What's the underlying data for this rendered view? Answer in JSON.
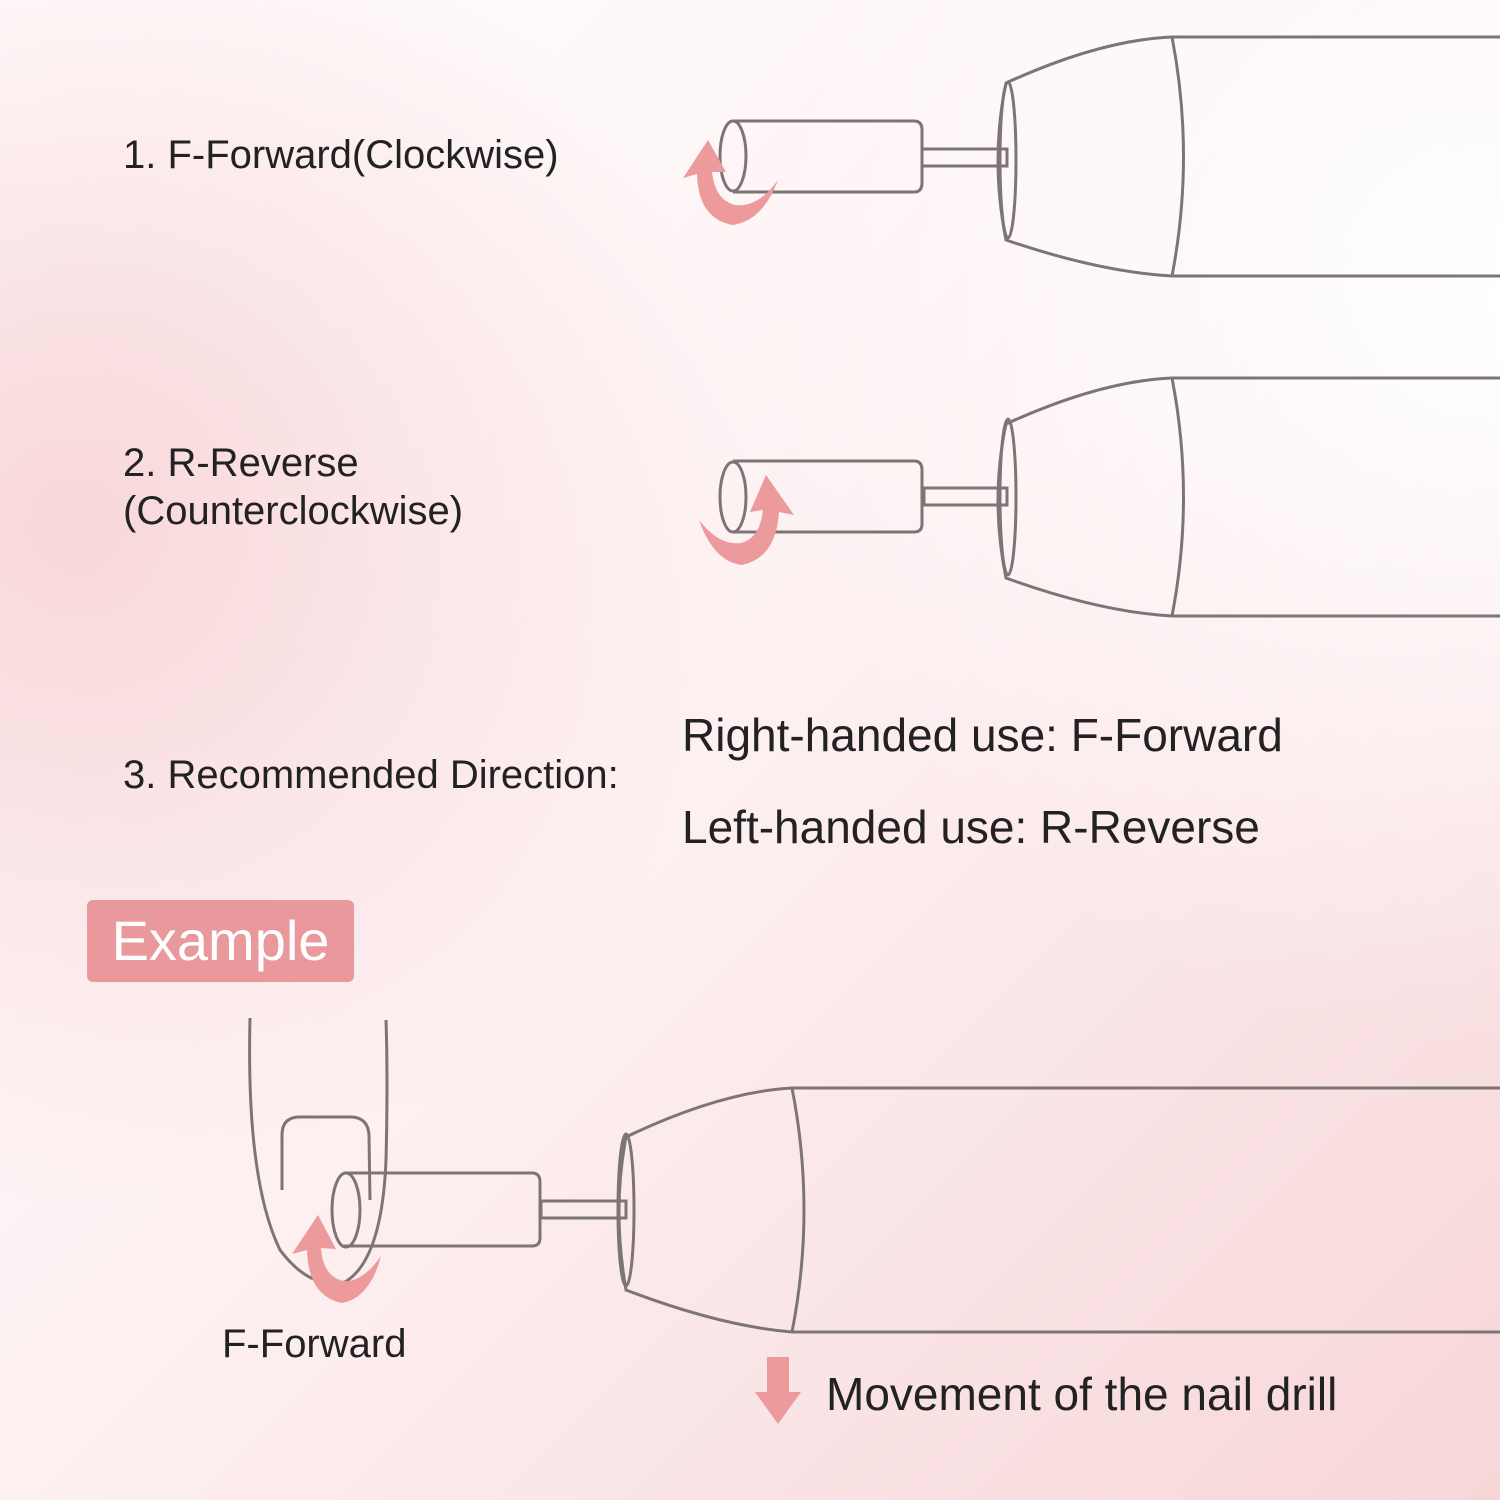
{
  "colors": {
    "accent": "#e9999b",
    "arrow": "#ec9a9b",
    "outline": "#7d7575",
    "bg_white": "#ffffff",
    "bg_pink": "#f7d4d6"
  },
  "steps": {
    "forward": "1. F-Forward(Clockwise)",
    "reverse_line1": "2. R-Reverse",
    "reverse_line2": "(Counterclockwise)",
    "recommended": "3. Recommended Direction:"
  },
  "recommendation": {
    "right_handed": "Right-handed use: F-Forward",
    "left_handed": "Left-handed use: R-Reverse"
  },
  "example": {
    "badge": "Example",
    "direction_label": "F-Forward",
    "movement_caption": "Movement of the nail drill"
  },
  "icons": {
    "forward_arrow": "clockwise-arrow-icon",
    "reverse_arrow": "counterclockwise-arrow-icon",
    "movement_arrow": "down-arrow-icon"
  }
}
